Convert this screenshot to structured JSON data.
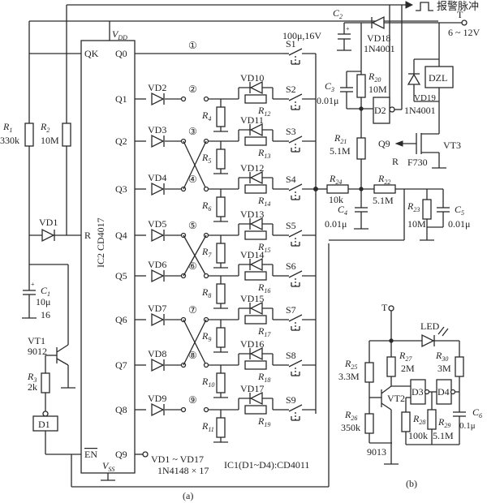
{
  "figure": {
    "sub_a_label": "(a)",
    "sub_b_label": "(b)"
  },
  "ic2": {
    "name": "IC2 CD4017",
    "vdd": "V",
    "vdd_sub": "DD",
    "vss": "V",
    "vss_sub": "SS",
    "pins": {
      "qk": "QK",
      "r": "R",
      "en": "EN",
      "q0": "Q0",
      "q1": "Q1",
      "q2": "Q2",
      "q3": "Q3",
      "q4": "Q4",
      "q5": "Q5",
      "q6": "Q6",
      "q7": "Q7",
      "q8": "Q8",
      "q9": "Q9"
    }
  },
  "left": {
    "r1_name": "R",
    "r1_sub": "1",
    "r1_val": "330k",
    "r2_name": "R",
    "r2_sub": "2",
    "r2_val": "10M",
    "vd1": "VD1",
    "c1_name": "C",
    "c1_sub": "1",
    "c1_val": "10μ",
    "c1_volt": "16",
    "vt1_name": "VT1",
    "vt1_type": "9012",
    "r3_name": "R",
    "r3_sub": "3",
    "r3_val": "2k",
    "d1": "D1"
  },
  "diodes": [
    "VD2",
    "VD3",
    "VD4",
    "VD5",
    "VD6",
    "VD7",
    "VD8",
    "VD9"
  ],
  "nodes": [
    "①",
    "②",
    "③",
    "④",
    "⑤",
    "⑥",
    "⑦",
    "⑧",
    "⑨"
  ],
  "ground_res": [
    {
      "name": "R",
      "sub": "4"
    },
    {
      "name": "R",
      "sub": "5"
    },
    {
      "name": "R",
      "sub": "6"
    },
    {
      "name": "R",
      "sub": "7"
    },
    {
      "name": "R",
      "sub": "8"
    },
    {
      "name": "R",
      "sub": "9"
    },
    {
      "name": "R",
      "sub": "10"
    },
    {
      "name": "R",
      "sub": "11"
    }
  ],
  "parallel_diodes": [
    "VD10",
    "VD11",
    "VD12",
    "VD13",
    "VD14",
    "VD15",
    "VD16",
    "VD17"
  ],
  "series_res": [
    {
      "name": "R",
      "sub": "12"
    },
    {
      "name": "R",
      "sub": "13"
    },
    {
      "name": "R",
      "sub": "14"
    },
    {
      "name": "R",
      "sub": "15"
    },
    {
      "name": "R",
      "sub": "16"
    },
    {
      "name": "R",
      "sub": "17"
    },
    {
      "name": "R",
      "sub": "18"
    },
    {
      "name": "R",
      "sub": "19"
    }
  ],
  "switches": [
    "S1",
    "S2",
    "S3",
    "S4",
    "S5",
    "S6",
    "S7",
    "S8",
    "S9"
  ],
  "notes": {
    "q9_note1": "VD1 ~ VD17",
    "q9_note2": "1N4148 × 17",
    "ic1_note": "IC1(D1~D4):CD4011"
  },
  "right": {
    "alarm_label": "报警脉冲",
    "t_label": "T",
    "supply": "6 ~ 12V",
    "c2_name": "C",
    "c2_sub": "2",
    "c2_val": "100μ,16V",
    "vd18": "VD18",
    "vd18_type": "1N4001",
    "c3_name": "C",
    "c3_sub": "3",
    "c3_val": "0.01μ",
    "r20_name": "R",
    "r20_sub": "20",
    "r20_val": "10M",
    "d2": "D2",
    "dzl": "DZL",
    "vd19": "VD19",
    "vd19_type": "1N4001",
    "r21_name": "R",
    "r21_sub": "21",
    "r21_val": "5.1M",
    "q9_ref": "Q9",
    "r_ref": "R",
    "vt3": "VT3",
    "vt3_type": "F730",
    "r24_name": "R",
    "r24_sub": "24",
    "r24_val": "10k",
    "r22_name": "R",
    "r22_sub": "22",
    "r22_val": "5.1M",
    "c4_name": "C",
    "c4_sub": "4",
    "c4_val": "0.01μ",
    "r23_name": "R",
    "r23_sub": "23",
    "r23_val": "10M",
    "c5_name": "C",
    "c5_sub": "5",
    "c5_val": "0.01μ"
  },
  "sub_b": {
    "t_label": "T",
    "led": "LED",
    "r25_name": "R",
    "r25_sub": "25",
    "r25_val": "3.3M",
    "r26_name": "R",
    "r26_sub": "26",
    "r26_val": "350k",
    "r27_name": "R",
    "r27_sub": "27",
    "r27_val": "2M",
    "r28_name": "R",
    "r28_sub": "28",
    "r28_val": "100k",
    "r29_name": "R",
    "r29_sub": "29",
    "r29_val": "5.1M",
    "r30_name": "R",
    "r30_sub": "30",
    "r30_val": "3M",
    "c6_name": "C",
    "c6_sub": "6",
    "c6_val": "0.1μ",
    "vt2": "VT2",
    "vt2_type": "9013",
    "d3": "D3",
    "d4": "D4"
  }
}
